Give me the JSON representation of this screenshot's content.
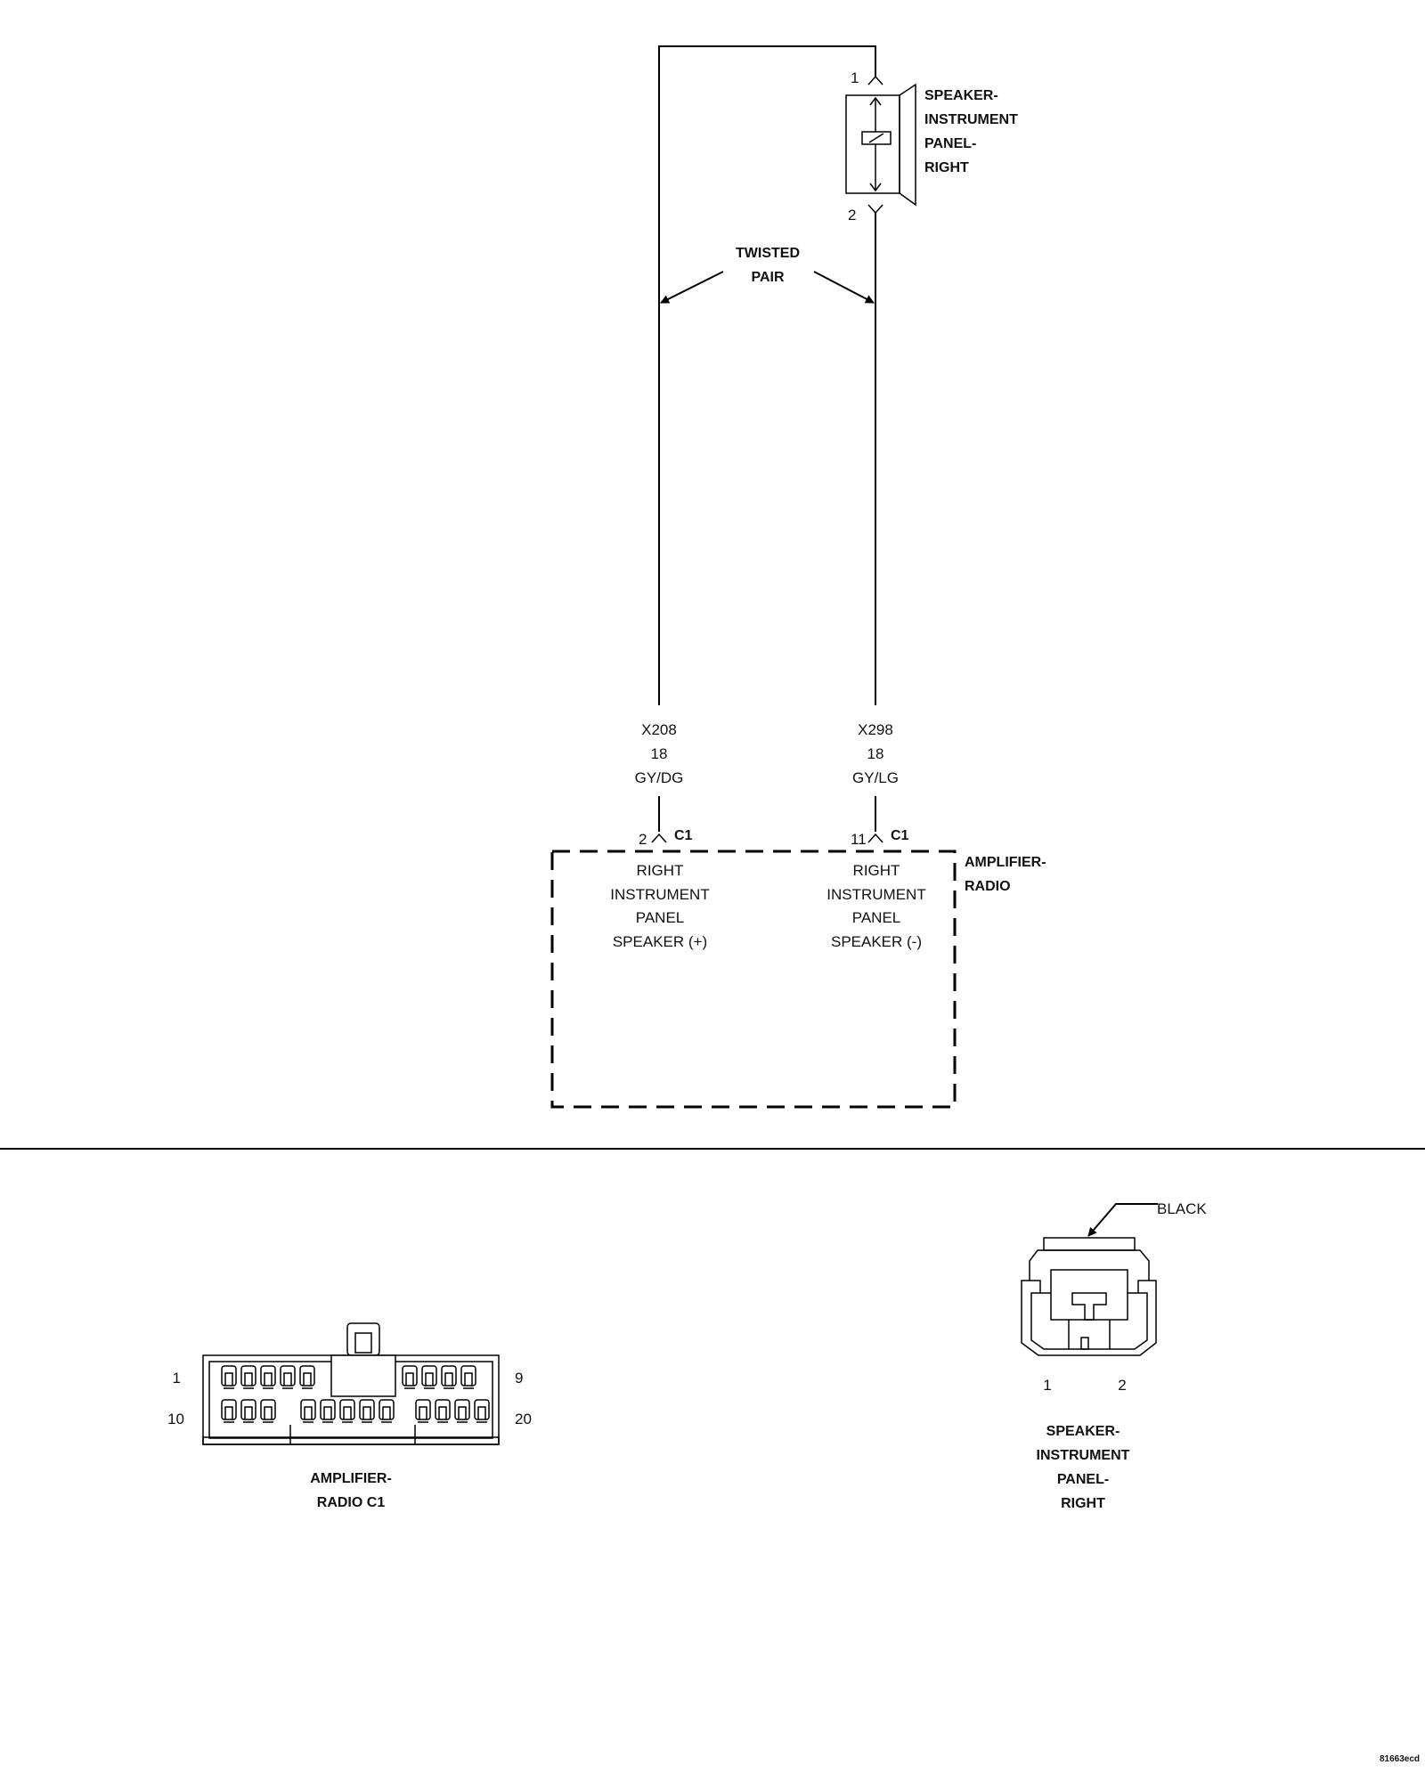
{
  "speaker_ip_right": {
    "name_lines": [
      "SPEAKER-",
      "INSTRUMENT",
      "PANEL-",
      "RIGHT"
    ],
    "pin_top": "1",
    "pin_bottom": "2"
  },
  "twisted_pair": {
    "lines": [
      "TWISTED",
      "PAIR"
    ]
  },
  "wires": [
    {
      "circuit": "X208",
      "gauge": "18",
      "color": "GY/DG"
    },
    {
      "circuit": "X298",
      "gauge": "18",
      "color": "GY/LG"
    }
  ],
  "amplifier_radio": {
    "name_lines": [
      "AMPLIFIER-",
      "RADIO"
    ],
    "pins": [
      {
        "pin": "2",
        "connector": "C1",
        "function_lines": [
          "RIGHT",
          "INSTRUMENT",
          "PANEL",
          "SPEAKER (+)"
        ]
      },
      {
        "pin": "11",
        "connector": "C1",
        "function_lines": [
          "RIGHT",
          "INSTRUMENT",
          "PANEL",
          "SPEAKER (-)"
        ]
      }
    ]
  },
  "connector_views": {
    "amp_c1": {
      "label_lines": [
        "AMPLIFIER-",
        "RADIO C1"
      ],
      "pin_labels": {
        "top_left": "1",
        "top_right": "9",
        "bottom_left": "10",
        "bottom_right": "20"
      }
    },
    "speaker": {
      "label_lines": [
        "SPEAKER-",
        "INSTRUMENT",
        "PANEL-",
        "RIGHT"
      ],
      "color_callout": "BLACK",
      "pin_labels": {
        "left": "1",
        "right": "2"
      }
    }
  },
  "figure_id": "81663ecd"
}
